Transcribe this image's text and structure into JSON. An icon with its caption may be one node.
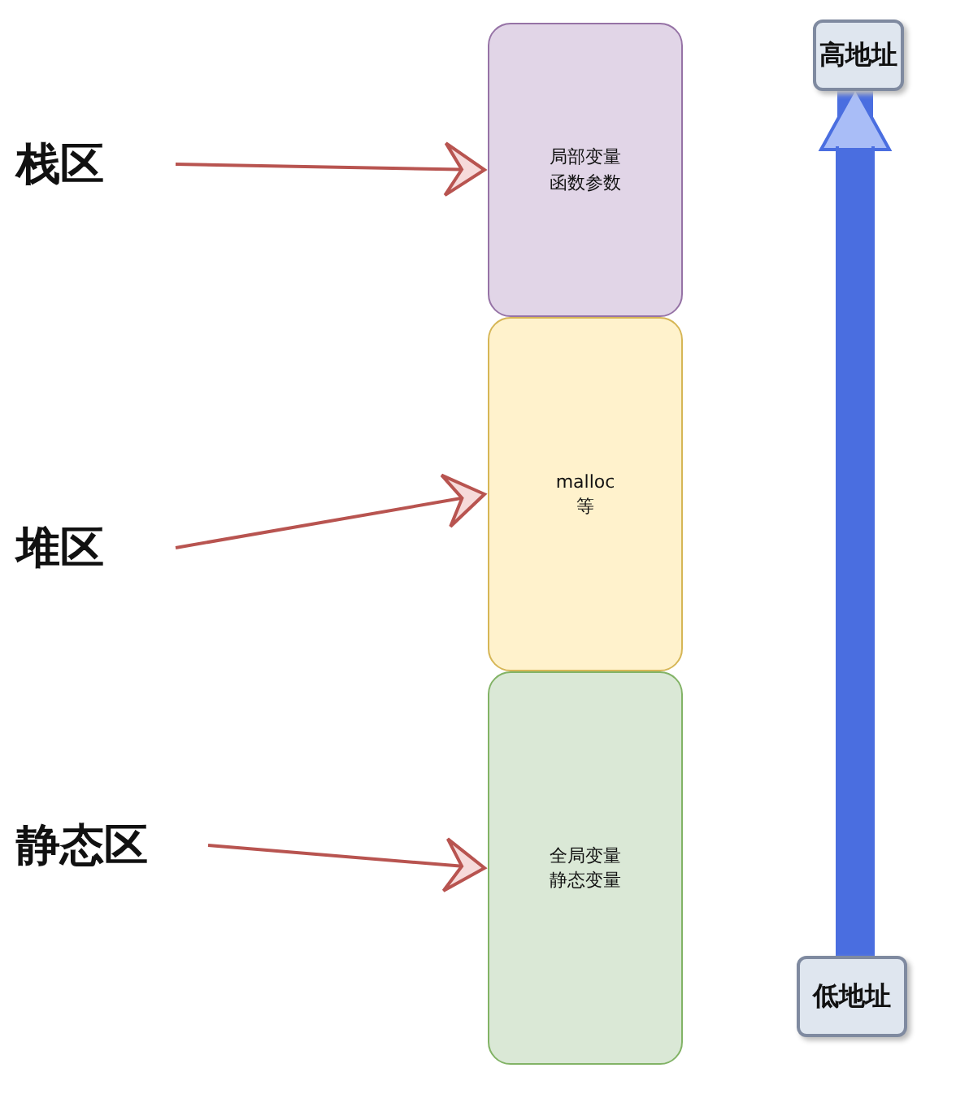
{
  "diagram": {
    "nodes": [
      {
        "text": [
          "栈区"
        ]
      },
      {
        "text": [
          "堆区"
        ]
      },
      {
        "text": [
          "静态区"
        ]
      },
      {
        "text": [
          "局部变量函数参数"
        ]
      },
      {
        "text": [
          "malloc 等"
        ]
      },
      {
        "text": [
          "全局变量静态变量"
        ]
      },
      {
        "text": [
          "高地址"
        ]
      },
      {
        "text": [
          "低地址"
        ]
      }
    ],
    "edges": [
      {
        "from": 0,
        "to": 3,
        "arrow": "to"
      },
      {
        "from": 1,
        "to": 4,
        "arrow": "to"
      },
      {
        "from": 2,
        "to": 5,
        "arrow": "to"
      },
      {
        "from": 7,
        "to": 6,
        "arrow": "to",
        "style": "thick",
        "color": "#4a6ee0"
      }
    ]
  }
}
